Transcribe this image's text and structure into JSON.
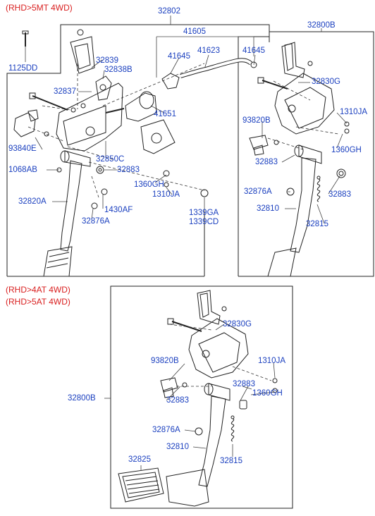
{
  "colors": {
    "label": "#1a3fbf",
    "header": "#d92020",
    "line": "#222222",
    "dash": "#333333",
    "part_fill": "#ffffff"
  },
  "headers": {
    "top": "(RHD>5MT 4WD)",
    "bottom_1": "(RHD>4AT 4WD)",
    "bottom_2": "(RHD>5AT 4WD)"
  },
  "labels": {
    "p32802": "32802",
    "p41605": "41605",
    "p32800B_top": "32800B",
    "p1125DD": "1125DD",
    "p41645_a": "41645",
    "p41623": "41623",
    "p41645_b": "41645",
    "p32839": "32839",
    "p32838B": "32838B",
    "p32837": "32837",
    "p32830G_top": "32830G",
    "p41651": "41651",
    "p93820B_top": "93820B",
    "p1310JA_top": "1310JA",
    "p93840E": "93840E",
    "p1360GH_top": "1360GH",
    "p32850C": "32850C",
    "p1068AB": "1068AB",
    "p32883_a": "32883",
    "p32883_top_r": "32883",
    "p1360GH_mid": "1360GH",
    "p1310JA_mid": "1310JA",
    "p32820A": "32820A",
    "p1430AF": "1430AF",
    "p32876A": "32876A",
    "p32876A_top_r": "32876A",
    "p32883_top_r2": "32883",
    "p1339GA": "1339GA",
    "p1339CD": "1339CD",
    "p32810_top": "32810",
    "p32815_top": "32815",
    "p32830G_bot": "32830G",
    "p93820B_bot": "93820B",
    "p1310JA_bot": "1310JA",
    "p32883_bot_a": "32883",
    "p1360GH_bot": "1360GH",
    "p32800B_bot": "32800B",
    "p32883_bot_b": "32883",
    "p32876A_bot": "32876A",
    "p32810_bot": "32810",
    "p32815_bot": "32815",
    "p32825": "32825"
  }
}
